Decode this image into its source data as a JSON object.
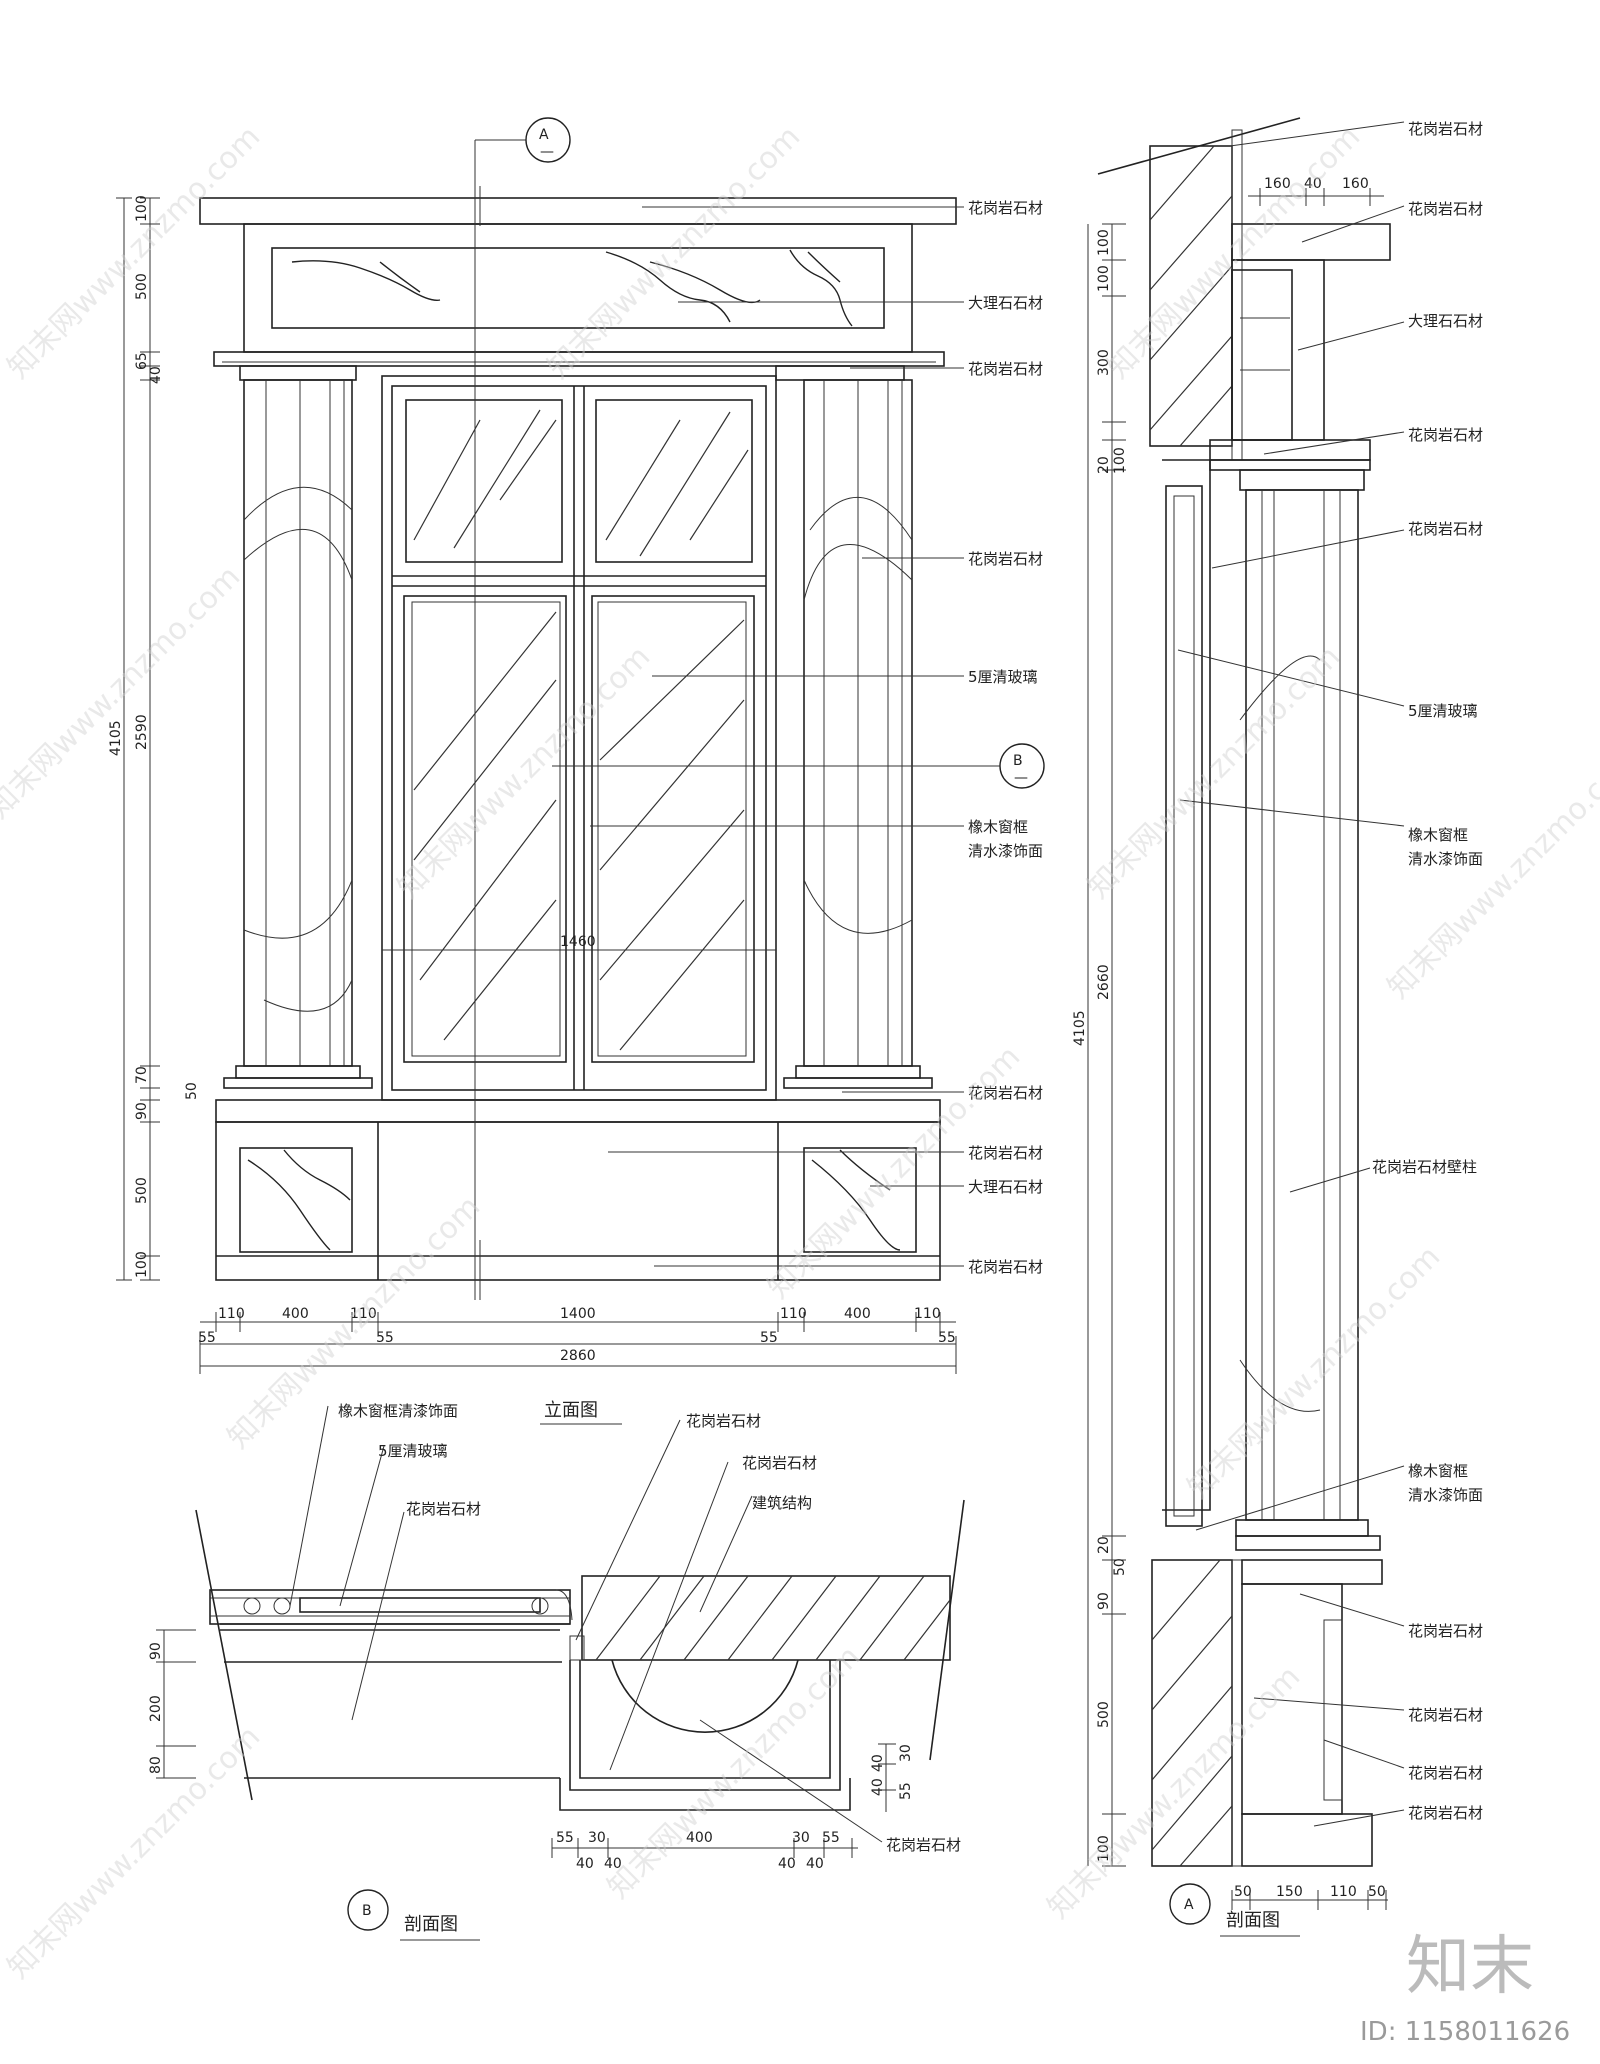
{
  "elevation": {
    "title": "立面图",
    "labels": {
      "granite_top": "花岗岩石材",
      "marble_frieze": "大理石石材",
      "granite_cornice": "花岗岩石材",
      "granite_column": "花岗岩石材",
      "glass": "5厘清玻璃",
      "frame_line1": "橡木窗框",
      "frame_line2": "清水漆饰面",
      "granite_base_cap": "花岗岩石材",
      "granite_base": "花岗岩石材",
      "marble_base": "大理石石材",
      "granite_plinth": "花岗岩石材"
    },
    "section_marks": {
      "top": "A",
      "top_sub": "—",
      "side": "B",
      "side_sub": "—"
    },
    "vertical_dims": [
      "100",
      "500",
      "65",
      "40",
      "2590",
      "70",
      "50",
      "90",
      "500",
      "100"
    ],
    "overall_height": "4105",
    "inner_width": "1460",
    "bottom_dims_row1": [
      "110",
      "400",
      "110",
      "1400",
      "110",
      "400",
      "110"
    ],
    "bottom_dims_row2": [
      "55",
      "55",
      "55",
      "55"
    ],
    "overall_width": "2860"
  },
  "section_b": {
    "mark": "B",
    "title": "剖面图",
    "labels": {
      "frame": "橡木窗框清漆饰面",
      "glass": "5厘清玻璃",
      "granite_left": "花岗岩石材",
      "granite_top1": "花岗岩石材",
      "granite_top2": "花岗岩石材",
      "structure": "建筑结构",
      "granite_bottom": "花岗岩石材"
    },
    "vertical_dims": [
      "90",
      "200",
      "80"
    ],
    "right_dims": [
      "40",
      "30",
      "40",
      "55"
    ],
    "bottom_dims_row1": [
      "55",
      "30",
      "400",
      "30",
      "55"
    ],
    "bottom_dims_row2": [
      "40",
      "40",
      "40",
      "40"
    ]
  },
  "section_a": {
    "mark": "A",
    "title": "剖面图",
    "labels": {
      "granite_1": "花岗岩石材",
      "granite_2": "花岗岩石材",
      "marble": "大理石石材",
      "granite_3": "花岗岩石材",
      "granite_4": "花岗岩石材",
      "glass": "5厘清玻璃",
      "frame1_l1": "橡木窗框",
      "frame1_l2": "清水漆饰面",
      "pilaster": "花岗岩石材壁柱",
      "frame2_l1": "橡木窗框",
      "frame2_l2": "清水漆饰面",
      "granite_5": "花岗岩石材",
      "granite_6": "花岗岩石材",
      "granite_7": "花岗岩石材",
      "granite_8": "花岗岩石材"
    },
    "top_dims": [
      "160",
      "40",
      "160"
    ],
    "vertical_dims": [
      "100",
      "100",
      "300",
      "20",
      "100",
      "2660",
      "20",
      "50",
      "90",
      "500",
      "100"
    ],
    "overall_height": "4105",
    "bottom_dims": [
      "50",
      "150",
      "110",
      "50"
    ]
  },
  "watermark": "知末网www.znzmo.com",
  "brand": "知末",
  "image_id": "ID: 1158011626"
}
